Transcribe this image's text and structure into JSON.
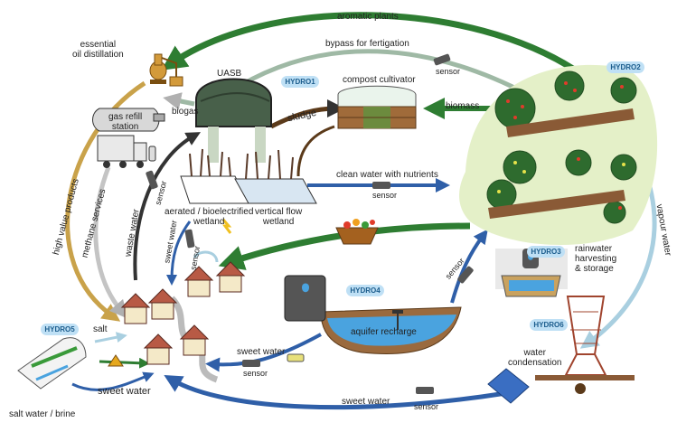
{
  "hubs": {
    "hydro1": "HYDRO1",
    "hydro2": "HYDRO2",
    "hydro3": "HYDRO3",
    "hydro4": "HYDRO4",
    "hydro5": "HYDRO5",
    "hydro6": "HYDRO6"
  },
  "labels": {
    "aromatic_plants": "aromatic plants",
    "bypass_fertigation": "bypass for fertigation",
    "essential_oil": "essential\noil distillation",
    "uasb": "UASB",
    "compost_cultivator": "compost cultivator",
    "gas_refill": "gas refill\nstation",
    "biogas": "biogas",
    "sludge": "sludge",
    "biomass": "biomass",
    "clean_water": "clean water with nutrients",
    "aerated_wetland": "aerated / bioelectrified\nwetland",
    "vertical_wetland": "vertical flow\nwetland",
    "high_value": "high value products",
    "methane_services": "methane services",
    "waste_water": "waste water",
    "sweet_water_v": "sweet water",
    "rainwater": "rainwater\nharvesting\n& storage",
    "vapour_water": "vapour water",
    "aquifer": "aquifer recharge",
    "salt": "salt",
    "sweet_water_1": "sweet water",
    "sweet_water_2": "sweet water",
    "sweet_water_3": "sweet water",
    "salt_brine": "salt water / brine",
    "water_condensation": "water\ncondensation",
    "sensor": "sensor"
  },
  "colors": {
    "green_arrow": "#2e7d32",
    "blue_arrow": "#2f5fa8",
    "light_blue_arrow": "#a9cfe0",
    "gold_arrow": "#c9a24a",
    "grey_arrow": "#b0b0b0",
    "badge_bg": "#bfe0f5",
    "badge_text": "#1b5c8c",
    "garden_bg": "#e4f0c8",
    "water": "#4aa3df",
    "roof": "#b85a45"
  }
}
